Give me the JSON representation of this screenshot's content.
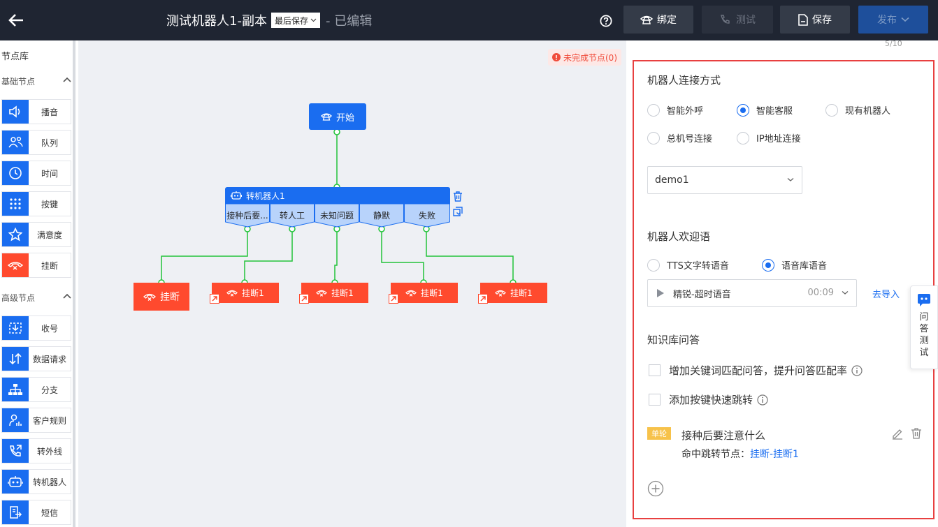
{
  "header": {
    "title": "测试机器人1-副本",
    "save_mode": "最后保存",
    "status": "- 已编辑",
    "bind_label": "绑定",
    "test_label": "测试",
    "save_label": "保存",
    "publish_label": "发布"
  },
  "palette": {
    "title": "节点库",
    "basic_title": "基础节点",
    "advanced_title": "高级节点",
    "basic": [
      "播音",
      "队列",
      "时间",
      "按键",
      "满意度",
      "挂断"
    ],
    "advanced": [
      "收号",
      "数据请求",
      "分支",
      "客户规则",
      "转外线",
      "转机器人",
      "短信"
    ]
  },
  "canvas": {
    "incomplete": "未完成节点(0)",
    "start": "开始",
    "robot_title": "转机器人1",
    "branches": [
      "接种后要...",
      "转人工",
      "未知问题",
      "静默",
      "失败"
    ],
    "hang_main": "挂断",
    "hang_nodes": [
      "挂断1",
      "挂断1",
      "挂断1",
      "挂断1"
    ]
  },
  "panel": {
    "counter": "5/10",
    "connect_title": "机器人连接方式",
    "connect_options": [
      "智能外呼",
      "智能客服",
      "现有机器人",
      "总机号连接",
      "IP地址连接"
    ],
    "connect_selected": "智能客服",
    "robot_select": "demo1",
    "welcome_title": "机器人欢迎语",
    "welcome_options": [
      "TTS文字转语音",
      "语音库语音"
    ],
    "audio_name": "精锐-超时语音",
    "audio_time": "00:09",
    "import_label": "去导入",
    "kb_title": "知识库问答",
    "kb_checks": [
      "增加关键词匹配问答，提升问答匹配率",
      "添加按键快速跳转"
    ],
    "qa_tag": "单轮",
    "qa_title": "接种后要注意什么",
    "qa_jump_prefix": "命中跳转节点：",
    "qa_jump_target": "挂断-挂断1",
    "float_label": "问答测试"
  },
  "colors": {
    "primary": "#1a6df0",
    "danger": "#ff4a2e",
    "topbar": "#1f2532",
    "connector": "#22c33a"
  }
}
